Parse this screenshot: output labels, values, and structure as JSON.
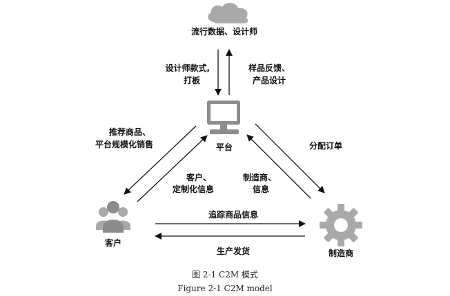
{
  "nodes": {
    "cloud": {
      "label": "流行数据、设计师",
      "icon": "cloud-icon"
    },
    "platform": {
      "label": "平台",
      "icon": "computer-icon"
    },
    "customer": {
      "label": "客户",
      "icon": "people-icon"
    },
    "manufacturer": {
      "label": "制造商",
      "icon": "gear-icon"
    }
  },
  "edges": {
    "cloud_to_platform": {
      "line1": "设计师款式,",
      "line2": "打板"
    },
    "platform_to_cloud": {
      "line1": "样品反馈、",
      "line2": "产品设计"
    },
    "platform_to_customer": {
      "line1": "推荐商品、",
      "line2": "平台规模化销售"
    },
    "customer_to_platform": {
      "line1": "客户、",
      "line2": "定制化信息"
    },
    "manufacturer_to_platform": {
      "line1": "制造商、",
      "line2": "信息"
    },
    "platform_to_manufacturer": {
      "line1": "分配订单"
    },
    "customer_to_manufacturer": {
      "line1": "追踪商品信息"
    },
    "manufacturer_to_customer": {
      "line1": "生产发货"
    }
  },
  "caption": {
    "cn": "图 2-1 C2M 模式",
    "en": "Figure 2-1 C2M model"
  },
  "colors": {
    "icon": "#a9a9a9",
    "icon_dark": "#8c8c8c",
    "line": "#111111"
  }
}
